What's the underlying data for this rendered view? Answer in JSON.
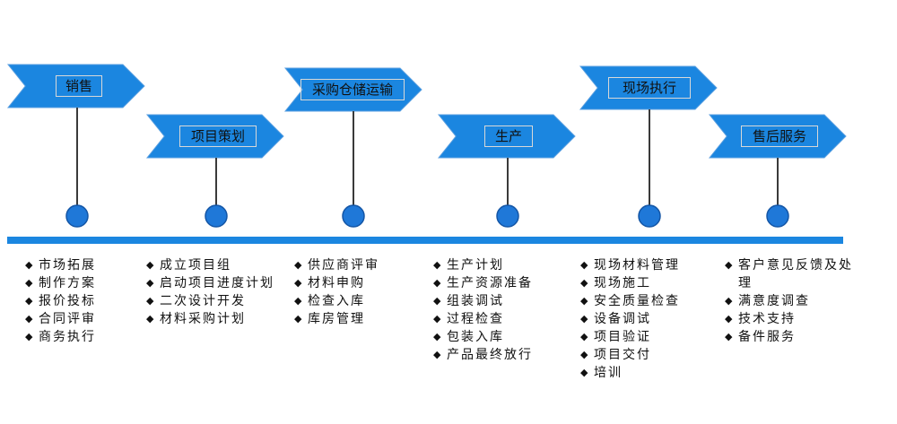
{
  "colors": {
    "flag_fill": "#1b86e0",
    "flag_stroke": "#5a9fe0",
    "timeline": "#1b86e0",
    "node_fill": "#1f78d8",
    "node_stroke": "#1456a6",
    "pole": "#3a3a3a"
  },
  "stages": [
    {
      "title": "销售",
      "tasks": [
        "市场拓展",
        "制作方案",
        "报价投标",
        "合同评审",
        "商务执行"
      ]
    },
    {
      "title": "项目策划",
      "tasks": [
        "成立项目组",
        "启动项目进度计划",
        "二次设计开发",
        "材料采购计划"
      ]
    },
    {
      "title": "采购仓储运输",
      "tasks": [
        "供应商评审",
        "材料申购",
        "检查入库",
        "库房管理"
      ]
    },
    {
      "title": "生产",
      "tasks": [
        "生产计划",
        "生产资源准备",
        "组装调试",
        "过程检查",
        "包装入库",
        "产品最终放行"
      ]
    },
    {
      "title": "现场执行",
      "tasks": [
        "现场材料管理",
        "现场施工",
        "安全质量检查",
        "设备调试",
        "项目验证",
        "项目交付",
        "培训"
      ]
    },
    {
      "title": "售后服务",
      "tasks": [
        "客户意见反馈及处理",
        "满意度调查",
        "技术支持",
        "备件服务"
      ]
    }
  ]
}
